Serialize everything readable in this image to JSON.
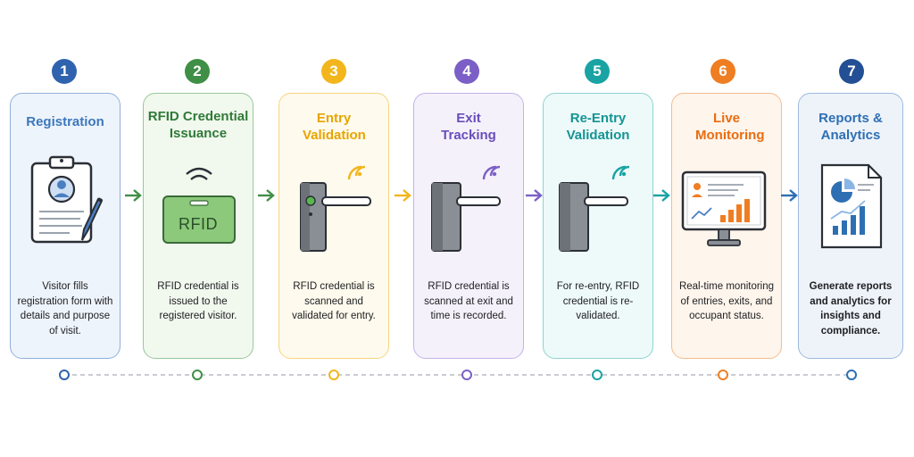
{
  "steps": [
    {
      "number": "1",
      "title": "Registration",
      "description": "Visitor fills registration form with details and purpose of visit.",
      "color": "#4a7fc1",
      "bg": "#eef4fb",
      "icon": "clipboard-form-icon"
    },
    {
      "number": "2",
      "title": "RFID Credential Issuance",
      "description": "RFID credential is issued to the registered visitor.",
      "color": "#3f8f46",
      "bg": "#f1f8ee",
      "icon": "rfid-card-icon",
      "badge": "RFID"
    },
    {
      "number": "3",
      "title": "Entry Validation",
      "description": "RFID credential is scanned and validated for entry.",
      "color": "#f2b51c",
      "bg": "#fefaed",
      "icon": "turnstile-entry-icon"
    },
    {
      "number": "4",
      "title": "Exit Tracking",
      "description": "RFID credential is scanned at exit and time is recorded.",
      "color": "#7c5fc6",
      "bg": "#f4f1fb",
      "icon": "turnstile-exit-icon"
    },
    {
      "number": "5",
      "title": "Re-Entry Validation",
      "description": "For re-entry, RFID credential is re-validated.",
      "color": "#1aa3a3",
      "bg": "#eef9f9",
      "icon": "turnstile-reentry-icon"
    },
    {
      "number": "6",
      "title": "Live Monitoring",
      "description": "Real-time monitoring of entries, exits, and occupant status.",
      "color": "#ef7d22",
      "bg": "#fef5ec",
      "icon": "monitor-dashboard-icon"
    },
    {
      "number": "7",
      "title": "Reports & Analytics",
      "description": "Generate reports and analytics for insights and compliance.",
      "color": "#2e6fb3",
      "bg": "#eef3fa",
      "icon": "report-chart-icon"
    }
  ]
}
